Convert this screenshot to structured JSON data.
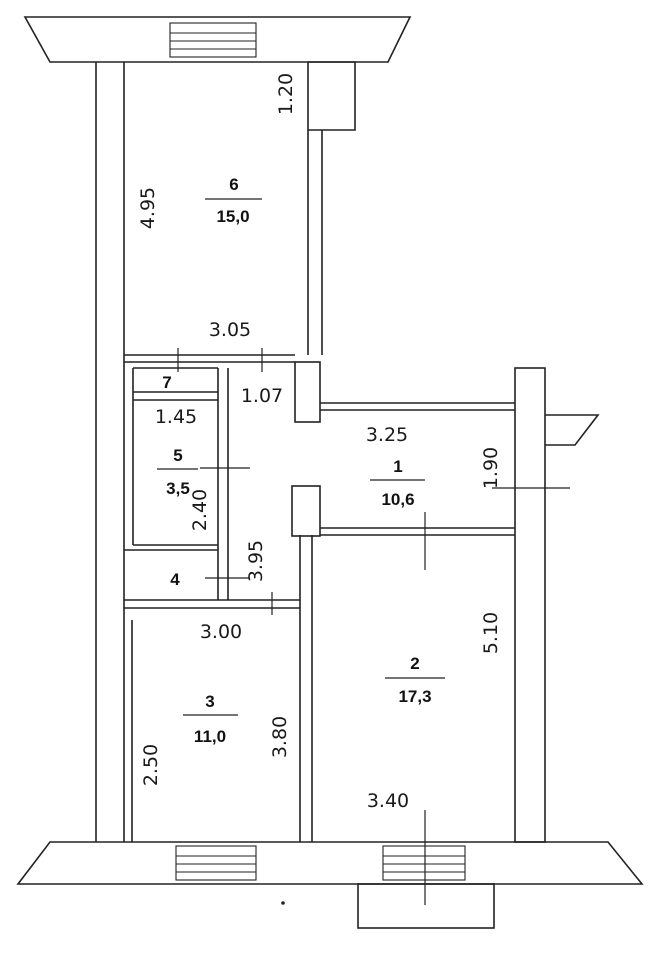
{
  "rooms": [
    {
      "id": "1",
      "number": "1",
      "area": "10,6"
    },
    {
      "id": "2",
      "number": "2",
      "area": "17,3"
    },
    {
      "id": "3",
      "number": "3",
      "area": "11,0"
    },
    {
      "id": "4",
      "number": "4",
      "area": ""
    },
    {
      "id": "5",
      "number": "5",
      "area": "3,5"
    },
    {
      "id": "6",
      "number": "6",
      "area": "15,0"
    },
    {
      "id": "7",
      "number": "7",
      "area": ""
    }
  ],
  "dimensions": {
    "room6_width": "3.05",
    "room6_length": "4.95",
    "niche_top": "1.20",
    "room7_door": "1.07",
    "room5_width": "1.45",
    "room5_length": "2.40",
    "corridor_length": "3.95",
    "room1_width": "3.25",
    "room1_length": "1.90",
    "room3_width": "3.00",
    "room3_length_left": "2.50",
    "room3_length_right": "3.80",
    "room2_length": "5.10",
    "room2_width": "3.40"
  }
}
